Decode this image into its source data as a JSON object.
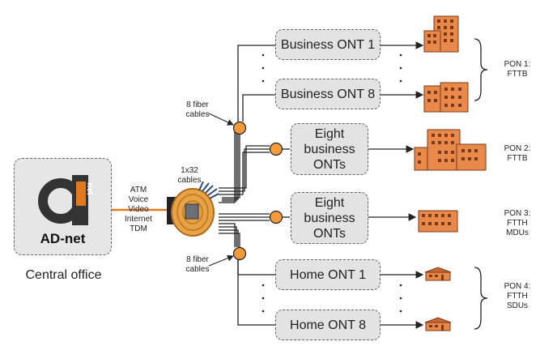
{
  "central_office": {
    "logo_text": "AD-net",
    "logo_badge": "net",
    "label": "Central office",
    "services": [
      "ATM",
      "Voice",
      "Video",
      "Internet",
      "TDM"
    ]
  },
  "splitter": {
    "label_line1": "1x32",
    "label_line2": "cables"
  },
  "fiber_labels": [
    {
      "line1": "8 fiber",
      "line2": "cables"
    },
    {
      "line1": "8 fiber",
      "line2": "cables"
    }
  ],
  "onts": {
    "business_1": "Business ONT 1",
    "business_8": "Business ONT 8",
    "eight_business_a": [
      "Eight",
      "business",
      "ONTs"
    ],
    "eight_business_b": [
      "Eight",
      "business",
      "ONTs"
    ],
    "home_1": "Home ONT 1",
    "home_8": "Home ONT 8"
  },
  "pons": [
    {
      "line1": "PON 1:",
      "line2": "FTTB",
      "line3": ""
    },
    {
      "line1": "PON 2:",
      "line2": "FTTB",
      "line3": ""
    },
    {
      "line1": "PON 3:",
      "line2": "FTTH",
      "line3": "MDUs"
    },
    {
      "line1": "PON 4:",
      "line2": "FTTH",
      "line3": "SDUs"
    }
  ],
  "colors": {
    "fiber": "#e07a1e",
    "splitter_node": "#f39b3a",
    "building": "#e8884a",
    "building_window": "#7a3a18",
    "ont_fill": "#e3e3e3"
  }
}
